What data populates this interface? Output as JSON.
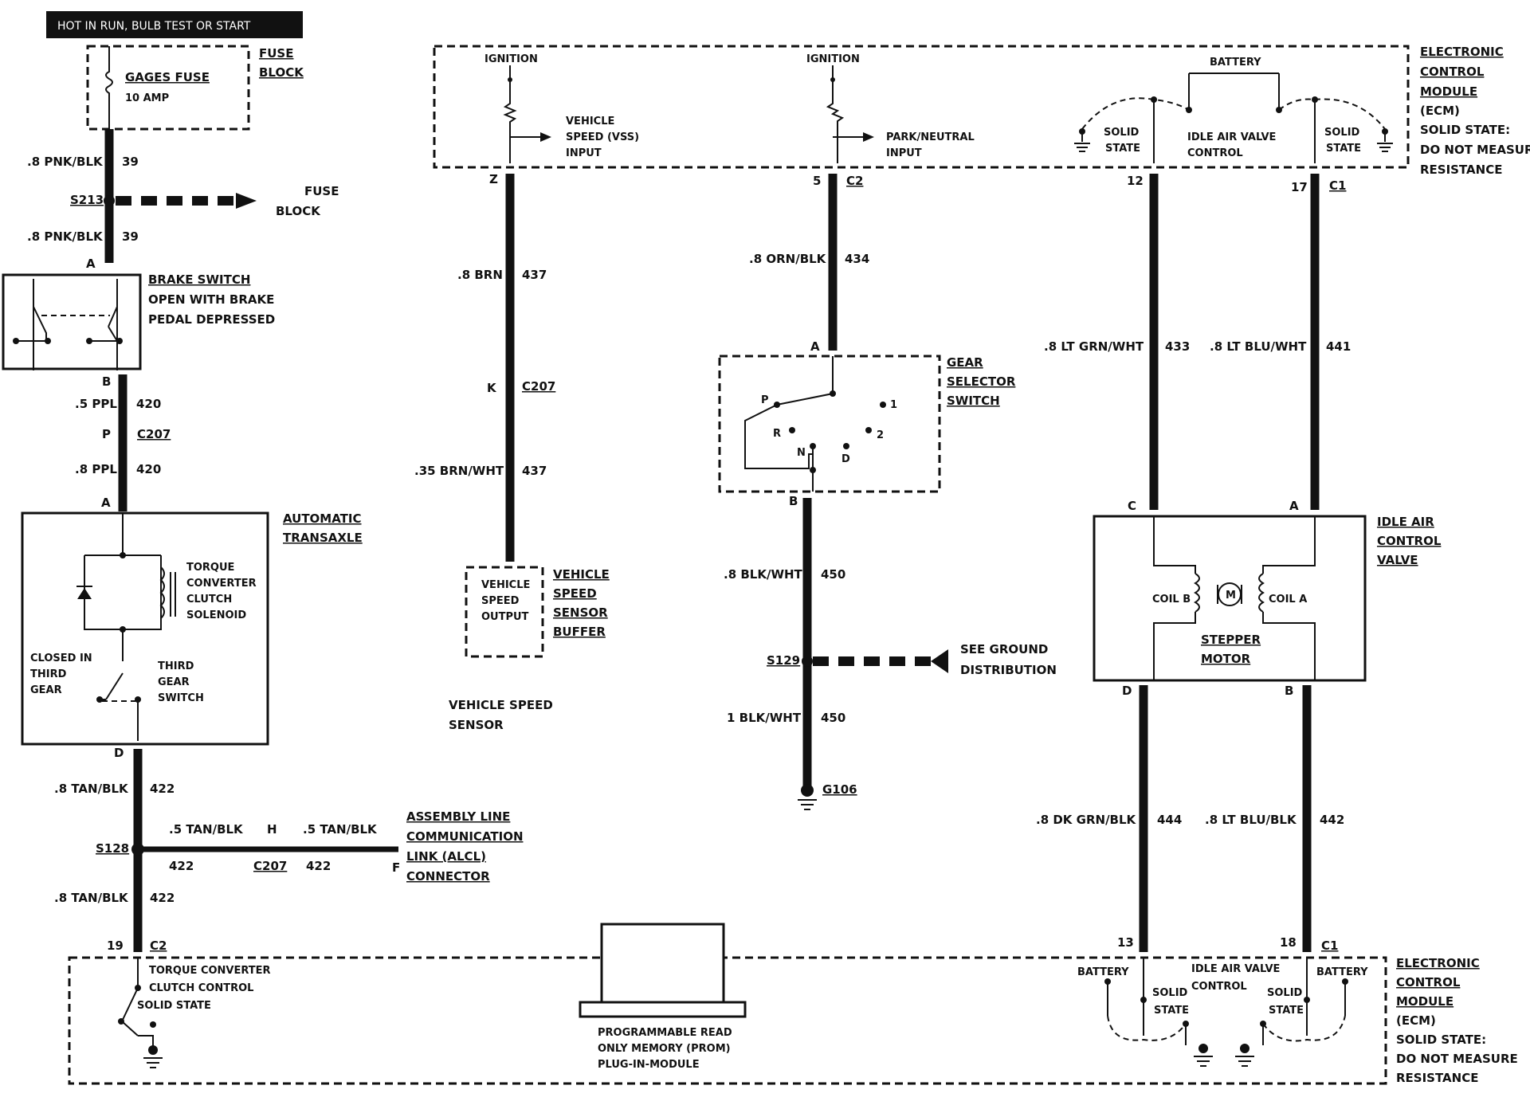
{
  "header_banner": "HOT IN RUN, BULB TEST OR START",
  "fuse_block": {
    "fuse_name": "GAGES FUSE",
    "fuse_rating": "10 AMP",
    "block_1": "FUSE",
    "block_2": "BLOCK"
  },
  "wires": {
    "w39a": ".8 PNK/BLK",
    "c39a": "39",
    "s213": "S213",
    "fb_1": "FUSE",
    "fb_2": "BLOCK",
    "w39b": ".8 PNK/BLK",
    "c39b": "39",
    "w420a": ".5 PPL",
    "c420a": "420",
    "w420b": ".8 PPL",
    "c420b": "420",
    "w422a": ".8 TAN/BLK",
    "c422a": "422",
    "s128": "S128",
    "w422h1": ".5 TAN/BLK",
    "c422h1": "422",
    "w422h2": ".5 TAN/BLK",
    "c422h2": "422",
    "w422b": ".8 TAN/BLK",
    "c422b": "422",
    "w437a": ".8 BRN",
    "c437a": "437",
    "w437b": ".35 BRN/WHT",
    "c437b": "437",
    "w434": ".8 ORN/BLK",
    "c434": "434",
    "w450a": ".8 BLK/WHT",
    "c450a": "450",
    "s129": "S129",
    "w450b": "1 BLK/WHT",
    "c450b": "450",
    "g106": "G106",
    "gd_1": "SEE GROUND",
    "gd_2": "DISTRIBUTION",
    "w433": ".8 LT GRN/WHT",
    "c433": "433",
    "w441": ".8 LT BLU/WHT",
    "c441": "441",
    "w444": ".8 DK GRN/BLK",
    "c444": "444",
    "w442": ".8 LT BLU/BLK",
    "c442": "442"
  },
  "connectors": {
    "pA1": "A",
    "pB1": "B",
    "pP": "P",
    "c207a": "C207",
    "pA2": "A",
    "pD": "D",
    "pH": "H",
    "c207b": "C207",
    "pF": "F",
    "p19": "19",
    "c2a": "C2",
    "pZ": "Z",
    "pK": "K",
    "c207c": "C207",
    "p5": "5",
    "c2b": "C2",
    "pA3": "A",
    "pB2": "B",
    "p12": "12",
    "p17": "17",
    "c1a": "C1",
    "pC": "C",
    "pA4": "A",
    "pD2": "D",
    "pB3": "B",
    "p13": "13",
    "p18": "18",
    "c1b": "C1"
  },
  "brake_switch": {
    "l1": "BRAKE SWITCH",
    "l2": "OPEN WITH BRAKE",
    "l3": "PEDAL DEPRESSED"
  },
  "transaxle": {
    "t1": "AUTOMATIC",
    "t2": "TRANSAXLE",
    "sol1": "TORQUE",
    "sol2": "CONVERTER",
    "sol3": "CLUTCH",
    "sol4": "SOLENOID",
    "cl1": "CLOSED IN",
    "cl2": "THIRD",
    "cl3": "GEAR",
    "sw1": "THIRD",
    "sw2": "GEAR",
    "sw3": "SWITCH"
  },
  "alcl": {
    "l1": "ASSEMBLY LINE",
    "l2": "COMMUNICATION",
    "l3": "LINK (ALCL)",
    "l4": "CONNECTOR"
  },
  "ecm_top": {
    "ign1": "IGNITION",
    "ign2": "IGNITION",
    "battery": "BATTERY",
    "vss1": "VEHICLE",
    "vss2": "SPEED (VSS)",
    "vss3": "INPUT",
    "pn1": "PARK/NEUTRAL",
    "pn2": "INPUT",
    "ss1a": "SOLID",
    "ss1b": "STATE",
    "iac1": "IDLE AIR VALVE",
    "iac2": "CONTROL",
    "ss2a": "SOLID",
    "ss2b": "STATE",
    "n1": "ELECTRONIC",
    "n2": "CONTROL",
    "n3": "MODULE",
    "n4": "(ECM)",
    "n5": "SOLID STATE:",
    "n6": "DO NOT MEASURE",
    "n7": "RESISTANCE"
  },
  "vss_buffer": {
    "b1": "VEHICLE",
    "b2": "SPEED",
    "b3": "OUTPUT",
    "l1": "VEHICLE",
    "l2": "SPEED",
    "l3": "SENSOR",
    "l4": "BUFFER",
    "s1": "VEHICLE SPEED",
    "s2": "SENSOR"
  },
  "gear_selector": {
    "l1": "GEAR",
    "l2": "SELECTOR",
    "l3": "SWITCH",
    "p": "P",
    "r": "R",
    "n": "N",
    "d": "D",
    "one": "1",
    "two": "2"
  },
  "iac_valve": {
    "l1": "IDLE AIR",
    "l2": "CONTROL",
    "l3": "VALVE",
    "coil_b": "COIL B",
    "coil_a": "COIL A",
    "m": "M",
    "st1": "STEPPER",
    "st2": "MOTOR"
  },
  "ecm_bottom": {
    "tcc1": "TORQUE CONVERTER",
    "tcc2": "CLUTCH CONTROL",
    "tcc3": "SOLID STATE",
    "prom1": "PROGRAMMABLE READ",
    "prom2": "ONLY MEMORY (PROM)",
    "prom3": "PLUG-IN-MODULE",
    "bat1": "BATTERY",
    "iac1": "IDLE AIR VALVE",
    "iac2": "CONTROL",
    "bat2": "BATTERY",
    "ss1a": "SOLID",
    "ss1b": "STATE",
    "ss2a": "SOLID",
    "ss2b": "STATE",
    "n1": "ELECTRONIC",
    "n2": "CONTROL",
    "n3": "MODULE",
    "n4": "(ECM)",
    "n5": "SOLID STATE:",
    "n6": "DO NOT MEASURE",
    "n7": "RESISTANCE"
  }
}
